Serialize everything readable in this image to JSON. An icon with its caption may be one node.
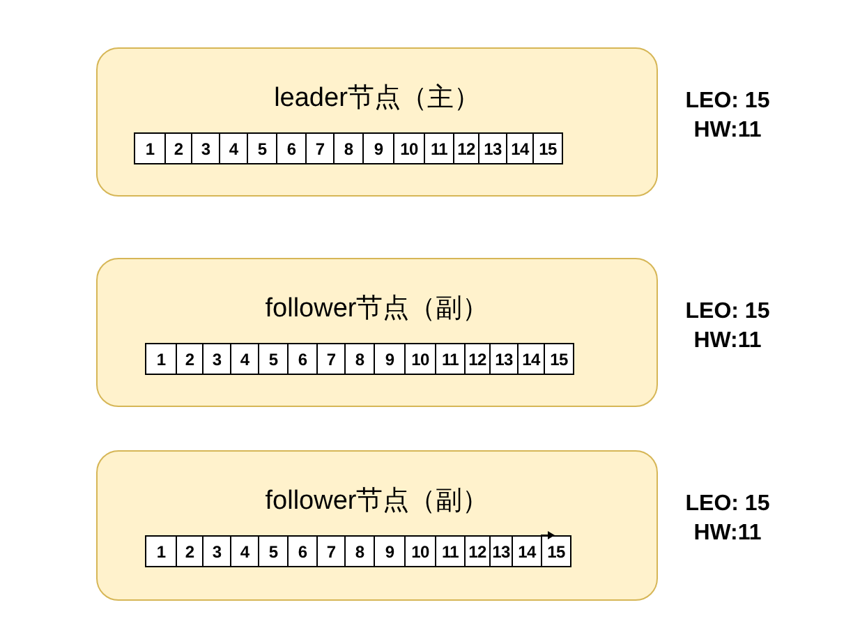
{
  "diagram": {
    "nodes": [
      {
        "text": [
          "leader节点（主）"
        ],
        "beside": [
          "LEO: 15 HW:11"
        ]
      },
      {
        "text": [
          "1"
        ],
        "in": 0
      },
      {
        "text": [
          "2"
        ],
        "in": 0
      },
      {
        "text": [
          "3"
        ],
        "in": 0
      },
      {
        "text": [
          "4"
        ],
        "in": 0
      },
      {
        "text": [
          "5"
        ],
        "in": 0
      },
      {
        "text": [
          "6"
        ],
        "in": 0
      },
      {
        "text": [
          "7"
        ],
        "in": 0
      },
      {
        "text": [
          "8"
        ],
        "in": 0
      },
      {
        "text": [
          "9"
        ],
        "in": 0
      },
      {
        "text": [
          "10"
        ],
        "in": 0
      },
      {
        "text": [
          "11"
        ],
        "in": 0
      },
      {
        "text": [
          "12"
        ],
        "in": 0
      },
      {
        "text": [
          "13"
        ],
        "in": 0
      },
      {
        "text": [
          "14"
        ],
        "in": 0
      },
      {
        "text": [
          "15"
        ],
        "in": 0
      },
      {
        "text": [
          "follower节点（副）"
        ],
        "beside": [
          "LEO: 15 HW:11"
        ]
      },
      {
        "text": [
          "1"
        ],
        "in": 16
      },
      {
        "text": [
          "2"
        ],
        "in": 16
      },
      {
        "text": [
          "3"
        ],
        "in": 16
      },
      {
        "text": [
          "4"
        ],
        "in": 16
      },
      {
        "text": [
          "5"
        ],
        "in": 16
      },
      {
        "text": [
          "6"
        ],
        "in": 16
      },
      {
        "text": [
          "7"
        ],
        "in": 16
      },
      {
        "text": [
          "8"
        ],
        "in": 16
      },
      {
        "text": [
          "9"
        ],
        "in": 16
      },
      {
        "text": [
          "10"
        ],
        "in": 16
      },
      {
        "text": [
          "11"
        ],
        "in": 16
      },
      {
        "text": [
          "12"
        ],
        "in": 16
      },
      {
        "text": [
          "13"
        ],
        "in": 16
      },
      {
        "text": [
          "14"
        ],
        "in": 16
      },
      {
        "text": [
          "15"
        ],
        "in": 16
      },
      {
        "text": [
          "follower节点（副）"
        ],
        "beside": [
          "LEO: 15 HW:11"
        ]
      },
      {
        "text": [
          "1"
        ],
        "in": 32
      },
      {
        "text": [
          "2"
        ],
        "in": 32
      },
      {
        "text": [
          "3"
        ],
        "in": 32
      },
      {
        "text": [
          "4"
        ],
        "in": 32
      },
      {
        "text": [
          "5"
        ],
        "in": 32
      },
      {
        "text": [
          "6"
        ],
        "in": 32
      },
      {
        "text": [
          "7"
        ],
        "in": 32
      },
      {
        "text": [
          "8"
        ],
        "in": 32
      },
      {
        "text": [
          "9"
        ],
        "in": 32
      },
      {
        "text": [
          "10"
        ],
        "in": 32
      },
      {
        "text": [
          "11"
        ],
        "in": 32
      },
      {
        "text": [
          "12"
        ],
        "in": 32
      },
      {
        "text": [
          "13"
        ],
        "in": 32
      },
      {
        "text": [
          "14"
        ],
        "in": 32
      },
      {
        "text": [
          "15"
        ],
        "in": 32
      }
    ]
  }
}
